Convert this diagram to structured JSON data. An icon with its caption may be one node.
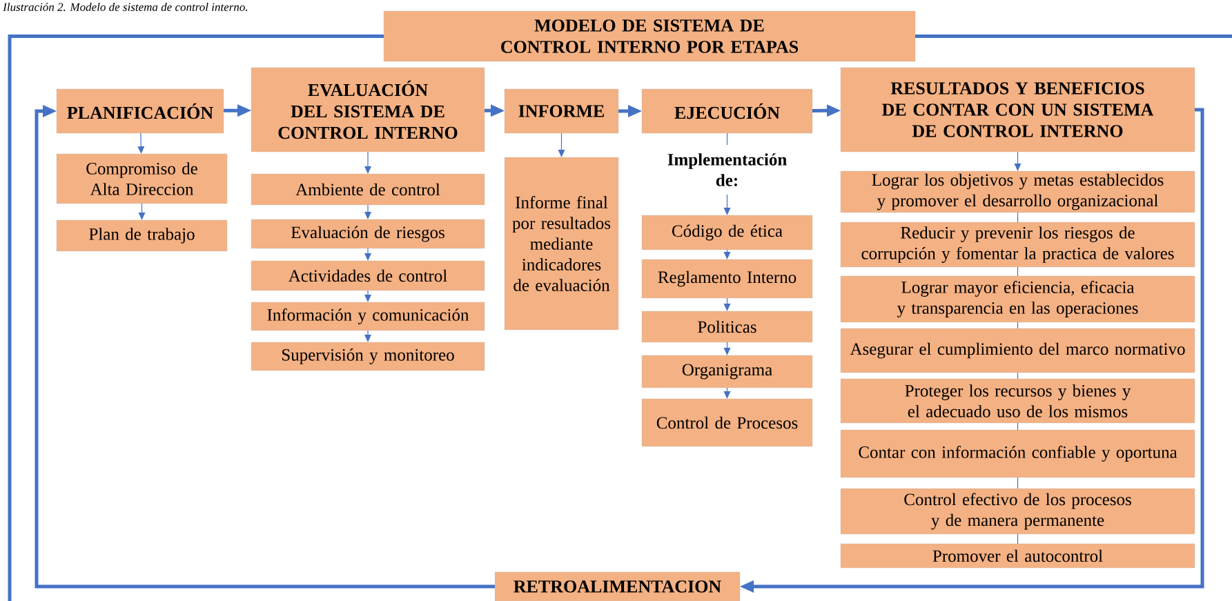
{
  "diagram": {
    "caption": "Ilustración 2. Modelo de sistema de control interno.",
    "nodes": [
      {
        "text": [
          "MODELO DE SISTEMA DE CONTROL INTERNO POR ETAPAS"
        ]
      },
      {
        "text": [
          "PLANIFICACIÓN"
        ]
      },
      {
        "text": [
          "EVALUACIÓN DEL SISTEMA DE CONTROL INTERNO"
        ]
      },
      {
        "text": [
          "INFORME"
        ]
      },
      {
        "text": [
          "EJECUCIÓN"
        ]
      },
      {
        "text": [
          "RESULTADOS  Y BENEFICIOS DE CONTAR CON UN SISTEMA DE CONTROL INTERNO"
        ]
      },
      {
        "text": [
          "Compromiso de Alta Direccion"
        ]
      },
      {
        "text": [
          "Plan de trabajo"
        ]
      },
      {
        "text": [
          "Ambiente de control"
        ]
      },
      {
        "text": [
          "Evaluación de riesgos"
        ]
      },
      {
        "text": [
          "Actividades de control"
        ]
      },
      {
        "text": [
          "Información y comunicación"
        ]
      },
      {
        "text": [
          "Supervisión y monitoreo"
        ]
      },
      {
        "text": [
          "Informe final por resultados mediante indicadores de evaluación"
        ]
      },
      {
        "text": [
          "Implementación de:"
        ]
      },
      {
        "text": [
          "Código de ética"
        ]
      },
      {
        "text": [
          "Reglamento Interno"
        ]
      },
      {
        "text": [
          "Politicas"
        ]
      },
      {
        "text": [
          "Organigrama"
        ]
      },
      {
        "text": [
          "Control de Procesos"
        ]
      },
      {
        "text": [
          "Lograr los objetivos y metas establecidos y promover el desarrollo organizacional"
        ]
      },
      {
        "text": [
          "Reducir y prevenir los riesgos de corrupción y fomentar la practica de valores"
        ]
      },
      {
        "text": [
          "Lograr mayor eficiencia, eficacia y transparencia en las operaciones"
        ]
      },
      {
        "text": [
          "Asegurar el cumplimiento del marco normativo"
        ]
      },
      {
        "text": [
          "Proteger los recursos y bienes y el adecuado uso de los mismos"
        ]
      },
      {
        "text": [
          "Contar con información confiable y oportuna"
        ]
      },
      {
        "text": [
          "Control efectivo de los procesos y de manera permanente"
        ]
      },
      {
        "text": [
          "Promover el autocontrol"
        ]
      },
      {
        "text": [
          "RETROALIMENTACION"
        ]
      }
    ],
    "edges": [
      {
        "from": 0,
        "to": null,
        "arrow": "none",
        "style": "thick"
      },
      {
        "from": 0,
        "to": null,
        "arrow": "none",
        "style": "thick"
      },
      {
        "from": 1,
        "to": 2,
        "arrow": "to",
        "style": "thick"
      },
      {
        "from": 2,
        "to": 3,
        "arrow": "to",
        "style": "thick"
      },
      {
        "from": 3,
        "to": 4,
        "arrow": "to",
        "style": "thick"
      },
      {
        "from": 4,
        "to": 5,
        "arrow": "to",
        "style": "thick"
      },
      {
        "from": 5,
        "to": 28,
        "arrow": "to",
        "style": "thick"
      },
      {
        "from": 28,
        "to": 1,
        "arrow": "to",
        "style": "thick"
      },
      {
        "from": 1,
        "to": 6,
        "arrow": "to"
      },
      {
        "from": 6,
        "to": 7,
        "arrow": "to"
      },
      {
        "from": 2,
        "to": 8,
        "arrow": "to"
      },
      {
        "from": 8,
        "to": 9,
        "arrow": "to"
      },
      {
        "from": 9,
        "to": 10,
        "arrow": "to"
      },
      {
        "from": 10,
        "to": 11,
        "arrow": "to"
      },
      {
        "from": 11,
        "to": 12,
        "arrow": "to"
      },
      {
        "from": 3,
        "to": 13,
        "arrow": "to"
      },
      {
        "from": 4,
        "to": 14,
        "arrow": "none"
      },
      {
        "from": 14,
        "to": 15,
        "arrow": "to"
      },
      {
        "from": 15,
        "to": 16,
        "arrow": "to"
      },
      {
        "from": 16,
        "to": 17,
        "arrow": "to"
      },
      {
        "from": 17,
        "to": 18,
        "arrow": "to"
      },
      {
        "from": 18,
        "to": 19,
        "arrow": "to"
      },
      {
        "from": 5,
        "to": 20,
        "arrow": "to"
      },
      {
        "from": 20,
        "to": 21,
        "arrow": "none"
      },
      {
        "from": 21,
        "to": 22,
        "arrow": "none"
      },
      {
        "from": 22,
        "to": 23,
        "arrow": "none"
      },
      {
        "from": 23,
        "to": 24,
        "arrow": "none"
      },
      {
        "from": 24,
        "to": 25,
        "arrow": "none"
      },
      {
        "from": 25,
        "to": 26,
        "arrow": "none"
      },
      {
        "from": 26,
        "to": 27,
        "arrow": "none"
      }
    ]
  }
}
